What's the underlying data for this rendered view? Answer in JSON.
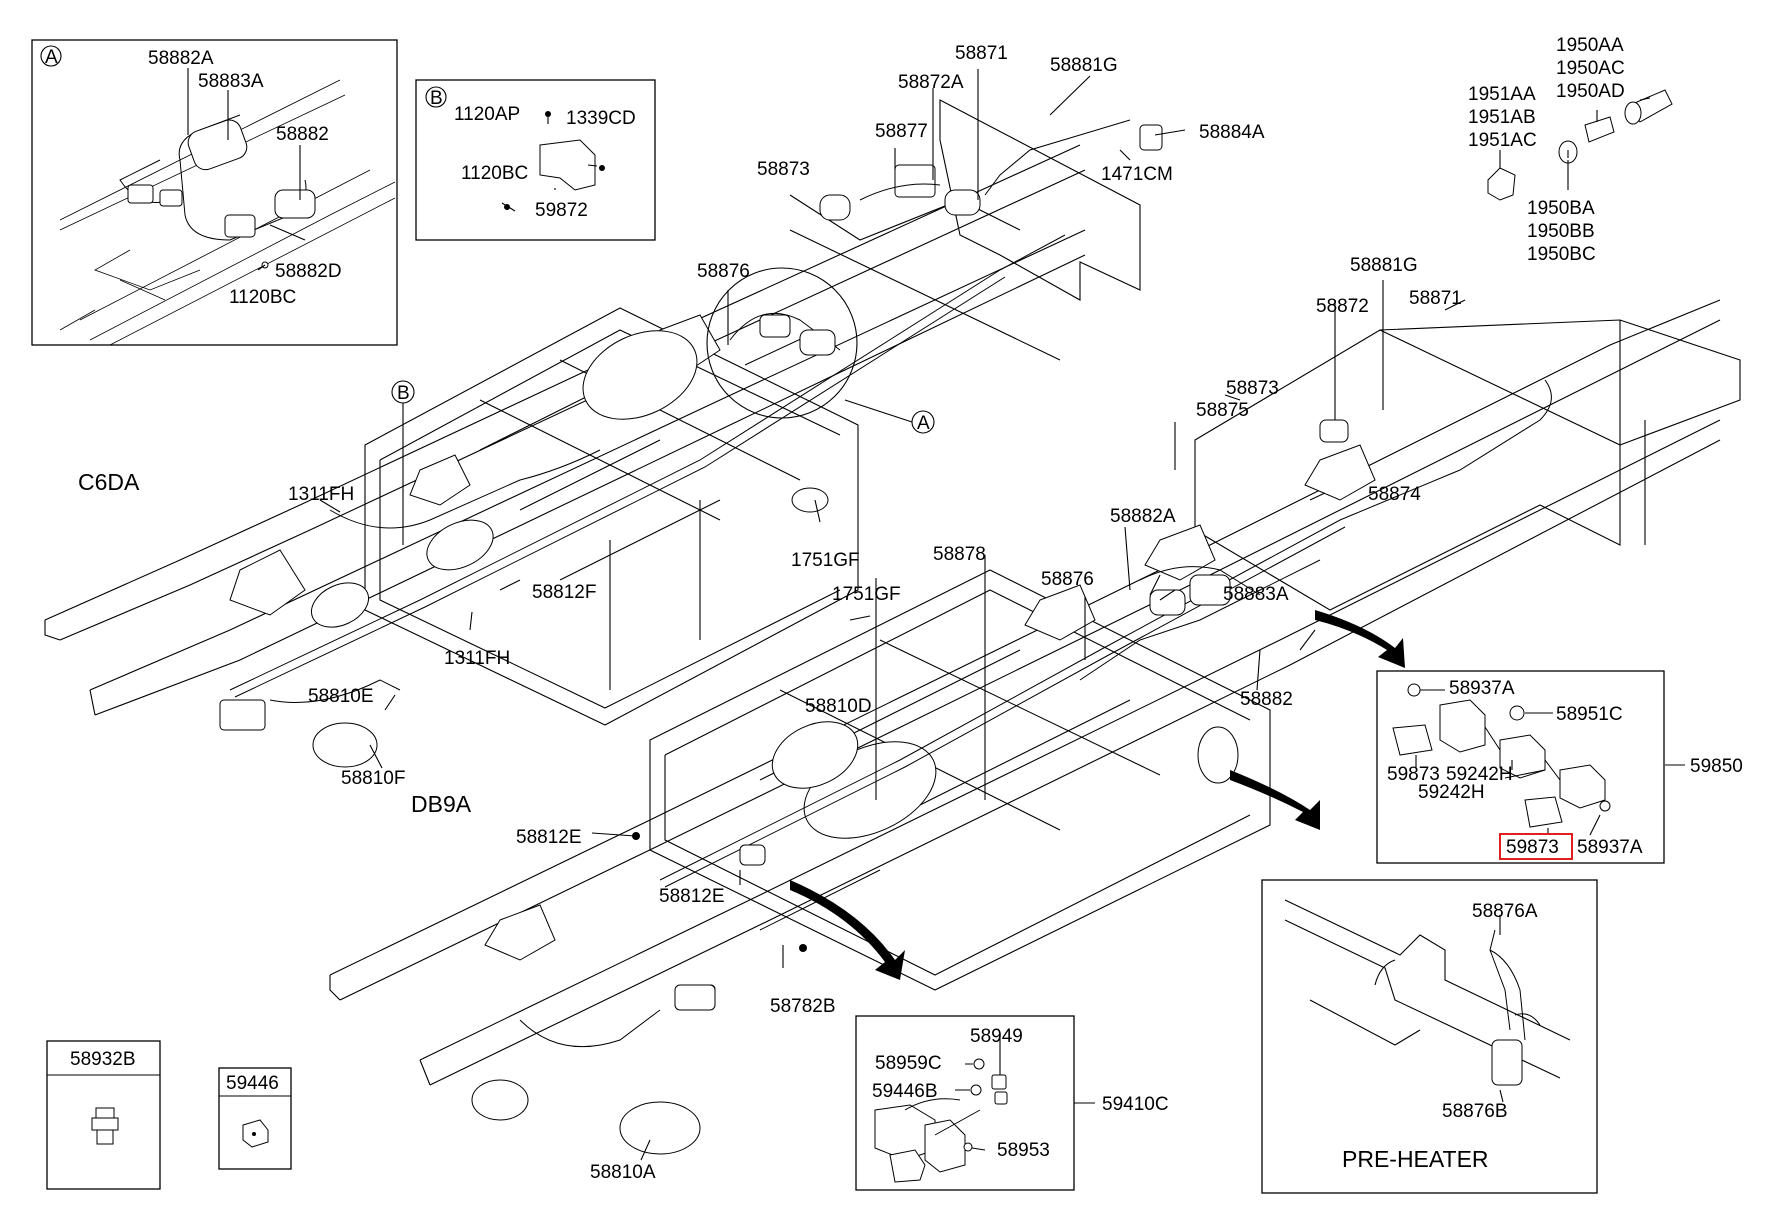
{
  "colors": {
    "line": "#000000",
    "highlight": "#e02020",
    "background": "#ffffff"
  },
  "inset_a": {
    "marker": "A",
    "labels": [
      "58882A",
      "58883A",
      "58882",
      "58882D",
      "1120BC"
    ]
  },
  "inset_b": {
    "marker": "B",
    "labels": [
      "1120AP",
      "1339CD",
      "1120BC",
      "59872"
    ]
  },
  "fittings": {
    "labels": [
      "1950AA",
      "1950AC",
      "1950AD",
      "1951AA",
      "1951AB",
      "1951AC",
      "1950BA",
      "1950BB",
      "1950BC"
    ]
  },
  "top_chassis": {
    "model": "C6DA",
    "callout_a": "A",
    "callout_b": "B",
    "labels": [
      "58871",
      "58881G",
      "58872A",
      "58877",
      "58884A",
      "58873",
      "1471CM",
      "58876",
      "1311FH",
      "1751GF",
      "58812F",
      "1311FH",
      "58810E",
      "58810F"
    ]
  },
  "bottom_chassis": {
    "model": "DB9A",
    "labels": [
      "58881G",
      "58872",
      "58871",
      "58873",
      "58875",
      "58874",
      "58882A",
      "58878",
      "58876",
      "58883A",
      "1751GF",
      "58810D",
      "58882",
      "58812E",
      "58812E",
      "58782B",
      "58810A"
    ]
  },
  "valve_box": {
    "labels": [
      "58937A",
      "58951C",
      "59873",
      "59242H",
      "59242H",
      "58937A"
    ],
    "highlighted": "59873",
    "assembly": "59850"
  },
  "pre_heater": {
    "labels": [
      "58876A",
      "58876B"
    ],
    "caption": "PRE-HEATER"
  },
  "box_58932b": {
    "label": "58932B"
  },
  "box_59446": {
    "label": "59446"
  },
  "box_59410c": {
    "labels": [
      "58949",
      "58959C",
      "59446B",
      "58953"
    ],
    "assembly": "59410C"
  }
}
